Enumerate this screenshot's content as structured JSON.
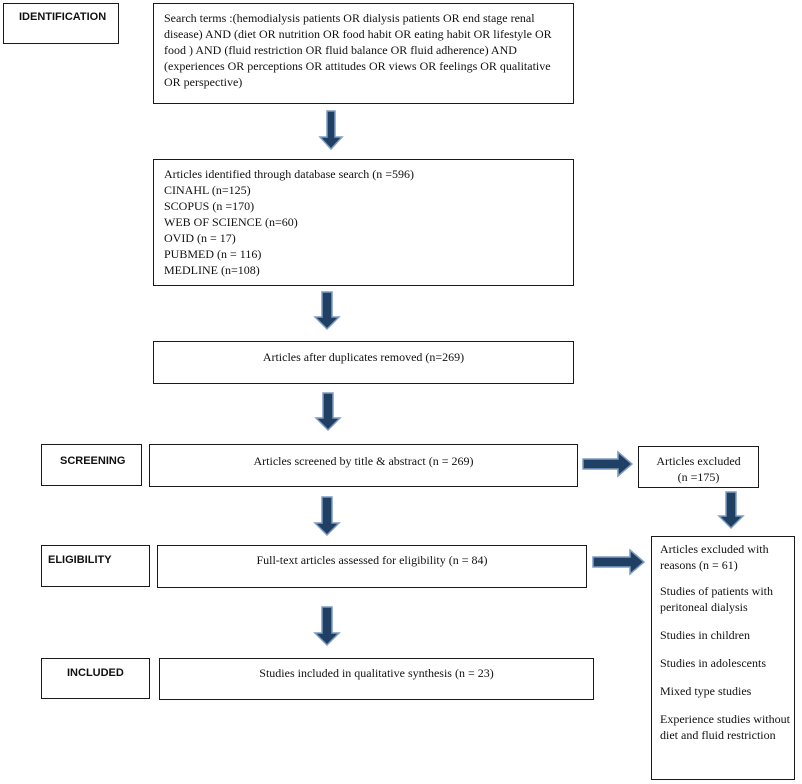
{
  "stages": {
    "identification": "IDENTIFICATION",
    "screening": "SCREENING",
    "eligibility": "ELIGIBILITY",
    "included": "INCLUDED"
  },
  "search_terms": "Search terms :(hemodialysis patients OR dialysis patients OR end stage renal disease) AND  (diet OR nutrition OR food habit OR eating habit OR lifestyle OR food ) AND (fluid restriction OR fluid balance OR fluid adherence) AND (experiences OR perceptions OR attitudes OR views OR feelings OR qualitative OR perspective)",
  "identified": {
    "header": "Articles identified through database search (n =596)",
    "databases": [
      "CINAHL (n=125)",
      "SCOPUS (n =170)",
      "WEB OF SCIENCE (n=60)",
      "OVID (n = 17)",
      "PUBMED (n = 116)",
      "MEDLINE (n=108)"
    ]
  },
  "duplicates_removed": "Articles after duplicates removed  (n=269)",
  "screened": "Articles screened by title & abstract (n = 269)",
  "excluded_screening": {
    "line1": "Articles excluded",
    "line2": "(n =175)"
  },
  "fulltext": "Full-text articles assessed for eligibility (n = 84)",
  "excluded_fulltext": {
    "header": "Articles excluded with reasons (n = 61)",
    "reasons": [
      "Studies of patients with peritoneal dialysis",
      "Studies in children",
      "Studies in adolescents",
      "Mixed type studies",
      "Experience studies without diet and fluid restriction"
    ]
  },
  "included": "Studies included in qualitative synthesis (n = 23)",
  "colors": {
    "arrow_fill": "#1f3f63",
    "arrow_stroke": "#7f9cc4",
    "border": "#1a1a1a"
  }
}
